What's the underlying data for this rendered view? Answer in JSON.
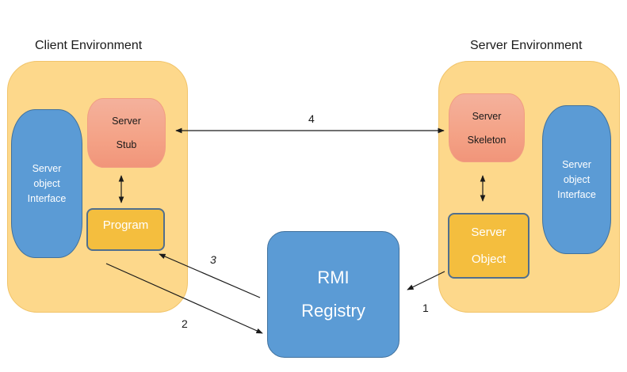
{
  "client": {
    "title": "Client Environment",
    "interface": [
      "Server",
      "object",
      "Interface"
    ],
    "stub": [
      "Server",
      "Stub"
    ],
    "program": "Program"
  },
  "server": {
    "title": "Server Environment",
    "skeleton": [
      "Server",
      "Skeleton"
    ],
    "interface": [
      "Server",
      "object",
      "Interface"
    ],
    "object": [
      "Server",
      "Object"
    ]
  },
  "registry": [
    "RMI",
    "Registry"
  ],
  "steps": {
    "one": "1",
    "two": "2",
    "three": "3",
    "four": "4"
  },
  "colors": {
    "environment": "#fdd88b",
    "interface_blue": "#5b9bd5",
    "stub_salmon": "#f4a286",
    "program_gold": "#f4be3e"
  }
}
